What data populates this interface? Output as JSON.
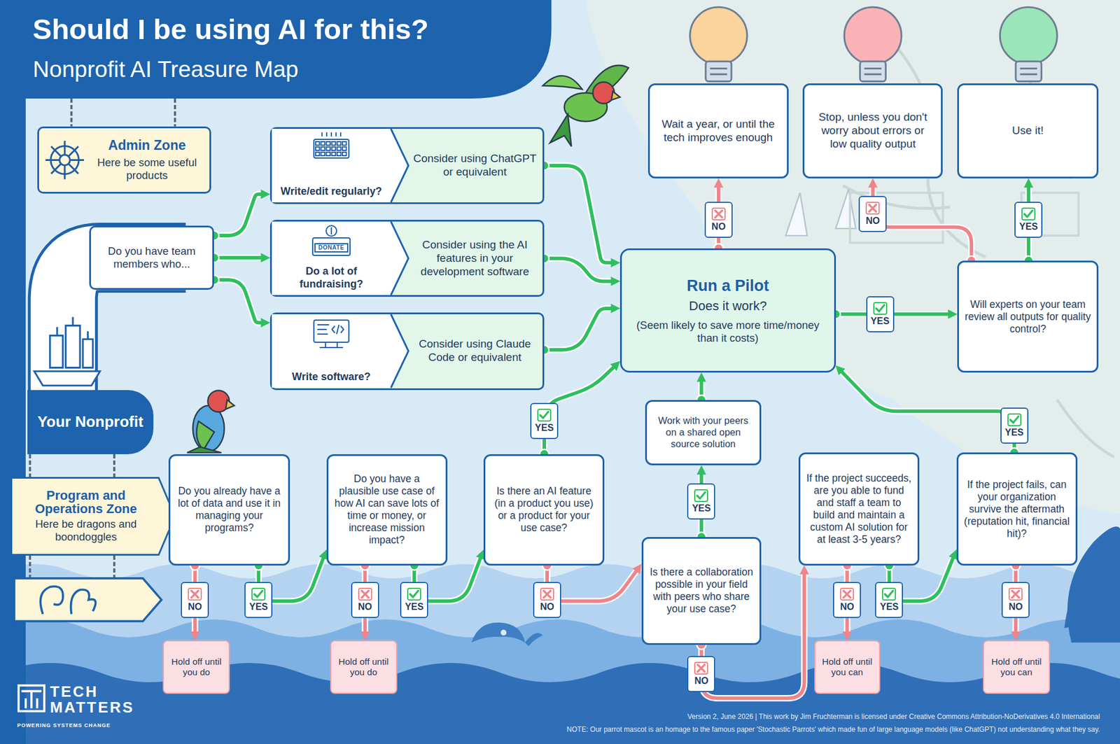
{
  "diagram": {
    "title": "Should I be using AI for this?",
    "nodes": [
      {
        "text": [
          "Admin Zone",
          "Here be some useful products"
        ]
      },
      {
        "text": [
          "Do you have team members who..."
        ]
      },
      {
        "text": [
          "Write/edit regularly?",
          "Consider using ChatGPT or equivalent"
        ]
      },
      {
        "text": [
          "Do a lot of fundraising?",
          "Consider using the AI features in your development software"
        ]
      },
      {
        "text": [
          "Write software?",
          "Consider using Claude Code or equivalent"
        ]
      },
      {
        "text": [
          "Your Nonprofit"
        ]
      },
      {
        "text": [
          "Program and Operations Zone",
          "Here be dragons and boondoggles"
        ]
      },
      {
        "text": [
          "Do you already have a lot of data and use it in managing your programs?"
        ]
      },
      {
        "text": [
          "Do you have a plausible use case of how AI can save lots of time or money, or increase mission impact?"
        ]
      },
      {
        "text": [
          "Is there an AI feature (in a product you use) or a product for your use case?"
        ]
      },
      {
        "text": [
          "Run a Pilot",
          "Does it work?",
          "(Seem likely to save more time/money than it costs)"
        ]
      },
      {
        "text": [
          "Wait a year, or until the tech improves enough"
        ]
      },
      {
        "text": [
          "Stop, unless you don't worry about errors or low quality output"
        ]
      },
      {
        "text": [
          "Use it!"
        ]
      },
      {
        "text": [
          "Will experts on your team review all outputs for quality control?"
        ]
      },
      {
        "text": [
          "Work with your peers on a shared open source solution"
        ]
      },
      {
        "text": [
          "Is there a collaboration possible in your field with peers who share your use case?"
        ]
      },
      {
        "text": [
          "If the project succeeds, are you able to fund and staff a team to build and maintain a custom AI solution for at least 3-5 years?"
        ]
      },
      {
        "text": [
          "If the project fails, can your organization survive the aftermath (reputation hit, financial hit)?"
        ]
      },
      {
        "text": [
          "Hold off until you do"
        ]
      },
      {
        "text": [
          "Hold off until you do"
        ]
      },
      {
        "text": [
          "Hold off until you can"
        ]
      },
      {
        "text": [
          "Hold off until you can"
        ]
      }
    ],
    "edges": [
      {
        "from": 1,
        "to": 2,
        "arrow": "to"
      },
      {
        "from": 1,
        "to": 3,
        "arrow": "to"
      },
      {
        "from": 1,
        "to": 4,
        "arrow": "to"
      },
      {
        "from": 2,
        "to": 10,
        "arrow": "to"
      },
      {
        "from": 3,
        "to": 10,
        "arrow": "to"
      },
      {
        "from": 4,
        "to": 10,
        "arrow": "to"
      },
      {
        "from": 10,
        "to": 11,
        "label": "NO",
        "arrow": "to"
      },
      {
        "from": 10,
        "to": 14,
        "label": "YES",
        "arrow": "to"
      },
      {
        "from": 14,
        "to": 13,
        "label": "YES",
        "arrow": "to"
      },
      {
        "from": 14,
        "to": 12,
        "label": "NO",
        "arrow": "to"
      },
      {
        "from": 7,
        "to": 19,
        "label": "NO",
        "arrow": "to"
      },
      {
        "from": 7,
        "to": 8,
        "label": "YES",
        "arrow": "to"
      },
      {
        "from": 8,
        "to": 20,
        "label": "NO",
        "arrow": "to"
      },
      {
        "from": 8,
        "to": 9,
        "label": "YES",
        "arrow": "to"
      },
      {
        "from": 9,
        "to": 10,
        "label": "YES",
        "arrow": "to"
      },
      {
        "from": 9,
        "to": 16,
        "label": "NO",
        "arrow": "to"
      },
      {
        "from": 16,
        "to": 15,
        "label": "YES",
        "arrow": "to"
      },
      {
        "from": 15,
        "to": 10,
        "arrow": "to"
      },
      {
        "from": 16,
        "to": 17,
        "label": "NO",
        "arrow": "to"
      },
      {
        "from": 17,
        "to": 21,
        "label": "NO",
        "arrow": "to"
      },
      {
        "from": 17,
        "to": 18,
        "label": "YES",
        "arrow": "to"
      },
      {
        "from": 18,
        "to": 22,
        "label": "NO",
        "arrow": "to"
      },
      {
        "from": 18,
        "to": 10,
        "label": "YES",
        "arrow": "to"
      }
    ],
    "labels": [
      "Nonprofit AI Treasure Map",
      "DONATE",
      "TECH MATTERS",
      "POWERING SYSTEMS CHANGE",
      "Version 2, June 2026 | This work by Jim Fruchterman is licensed under Creative Commons Attribution-NoDerivatives 4.0 International",
      "NOTE: Our parrot mascot is an homage to the famous paper 'Stochastic Parrots' which made fun of large language models (like ChatGPT) not understanding what they say."
    ]
  }
}
